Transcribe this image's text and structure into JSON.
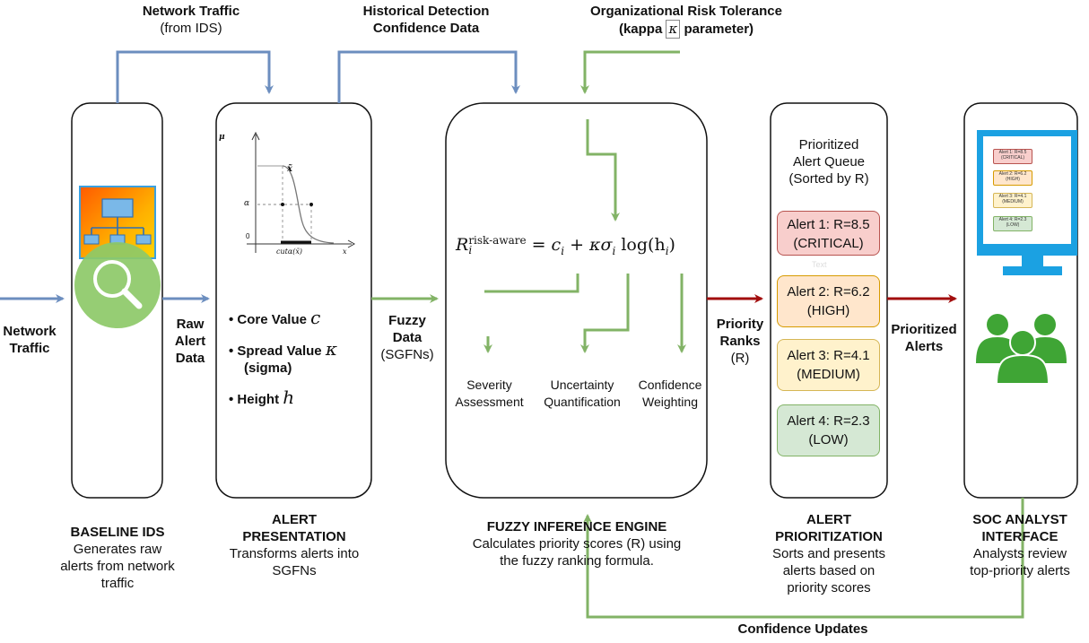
{
  "colors": {
    "blue_arrow": "#6c8ebf",
    "green_arrow": "#82b366",
    "red_arrow": "#a20d0d",
    "critical_fill": "#f8cecc",
    "critical_border": "#b85450",
    "high_fill": "#ffe6cc",
    "high_border": "#d79b00",
    "medium_fill": "#fff2cc",
    "medium_border": "#d6b656",
    "low_fill": "#d5e8d4",
    "low_border": "#82b366",
    "monitor": "#1ba1e2",
    "users": "#3fa535"
  },
  "inputs": {
    "network_traffic_top": {
      "title": "Network Traffic",
      "sub": "(from IDS)"
    },
    "historical": {
      "line1": "Historical Detection",
      "line2": "Confidence Data"
    },
    "risk": {
      "title": "Organizational Risk Tolerance",
      "sub_pre": "(kappa",
      "kappa": "κ",
      "sub_post": "parameter)"
    }
  },
  "flow_labels": {
    "network_traffic_left": [
      "Network",
      "Traffic"
    ],
    "raw_alert_data": [
      "Raw",
      "Alert",
      "Data"
    ],
    "fuzzy_data": [
      "Fuzzy",
      "Data"
    ],
    "sgfns": "(SGFNs)",
    "priority_ranks": [
      "Priority",
      "Ranks"
    ],
    "r": "(R)",
    "prioritized_alerts": [
      "Prioritized",
      "Alerts"
    ],
    "confidence_updates": "Confidence Updates"
  },
  "graph": {
    "mu_label": "μ",
    "x_tilde": "x̃",
    "alpha": "α",
    "zero": "0",
    "cut_label": "cutα(x̃)",
    "x_label": "x"
  },
  "presentation_bullets": [
    {
      "text": "Core Value",
      "symbol": "c",
      "extra": ""
    },
    {
      "text": "Spread Value",
      "symbol": "κ",
      "extra": "(sigma)"
    },
    {
      "text": "Height",
      "symbol": "h",
      "extra": ""
    }
  ],
  "formula": {
    "r": "R",
    "sub": "i",
    "sup": "risk-aware",
    "rhs": "= c",
    "rhs_sub": "i",
    "plus": "+ κσ",
    "plus_sub": "i",
    "log": "log(h",
    "log_sub": "i",
    "close": ")"
  },
  "engine_outputs": [
    [
      "Severity",
      "Assessment"
    ],
    [
      "Uncertainty",
      "Quantification"
    ],
    [
      "Confidence",
      "Weighting"
    ]
  ],
  "queue": {
    "title": [
      "Prioritized",
      "Alert Queue",
      "(Sorted by R)"
    ],
    "text_placeholder": "Text",
    "alerts": [
      {
        "line1": "Alert 1: R=8.5",
        "line2": "(CRITICAL)"
      },
      {
        "line1": "Alert 2: R=6.2",
        "line2": "(HIGH)"
      },
      {
        "line1": "Alert 3: R=4.1",
        "line2": "(MEDIUM)"
      },
      {
        "line1": "Alert 4: R=2.3",
        "line2": "(LOW)"
      }
    ]
  },
  "monitor_alerts": [
    {
      "line1": "Alert 1: R=8.5",
      "line2": "(CRITICAL)"
    },
    {
      "line1": "Alert 2: R=6.2",
      "line2": "(HIGH)"
    },
    {
      "line1": "Alert 3: R=4.1",
      "line2": "(MEDIUM)"
    },
    {
      "line1": "Alert 4: R=2.3",
      "line2": "(LOW)"
    }
  ],
  "captions": {
    "ids": {
      "title": "BASELINE IDS",
      "desc": [
        "Generates raw",
        "alerts from network",
        "traffic"
      ]
    },
    "presentation": {
      "title": [
        "ALERT",
        "PRESENTATION"
      ],
      "desc": [
        "Transforms alerts into",
        "SGFNs"
      ]
    },
    "engine": {
      "title": "FUZZY INFERENCE ENGINE",
      "desc": [
        "Calculates priority scores (R) using",
        "the fuzzy ranking formula."
      ]
    },
    "prioritization": {
      "title": [
        "ALERT",
        "PRIORITIZATION"
      ],
      "desc": [
        "Sorts and presents",
        "alerts based on",
        "priority scores"
      ]
    },
    "soc": {
      "title": [
        "SOC ANALYST",
        "INTERFACE"
      ],
      "desc": [
        "Analysts review",
        "top-priority alerts"
      ]
    }
  }
}
